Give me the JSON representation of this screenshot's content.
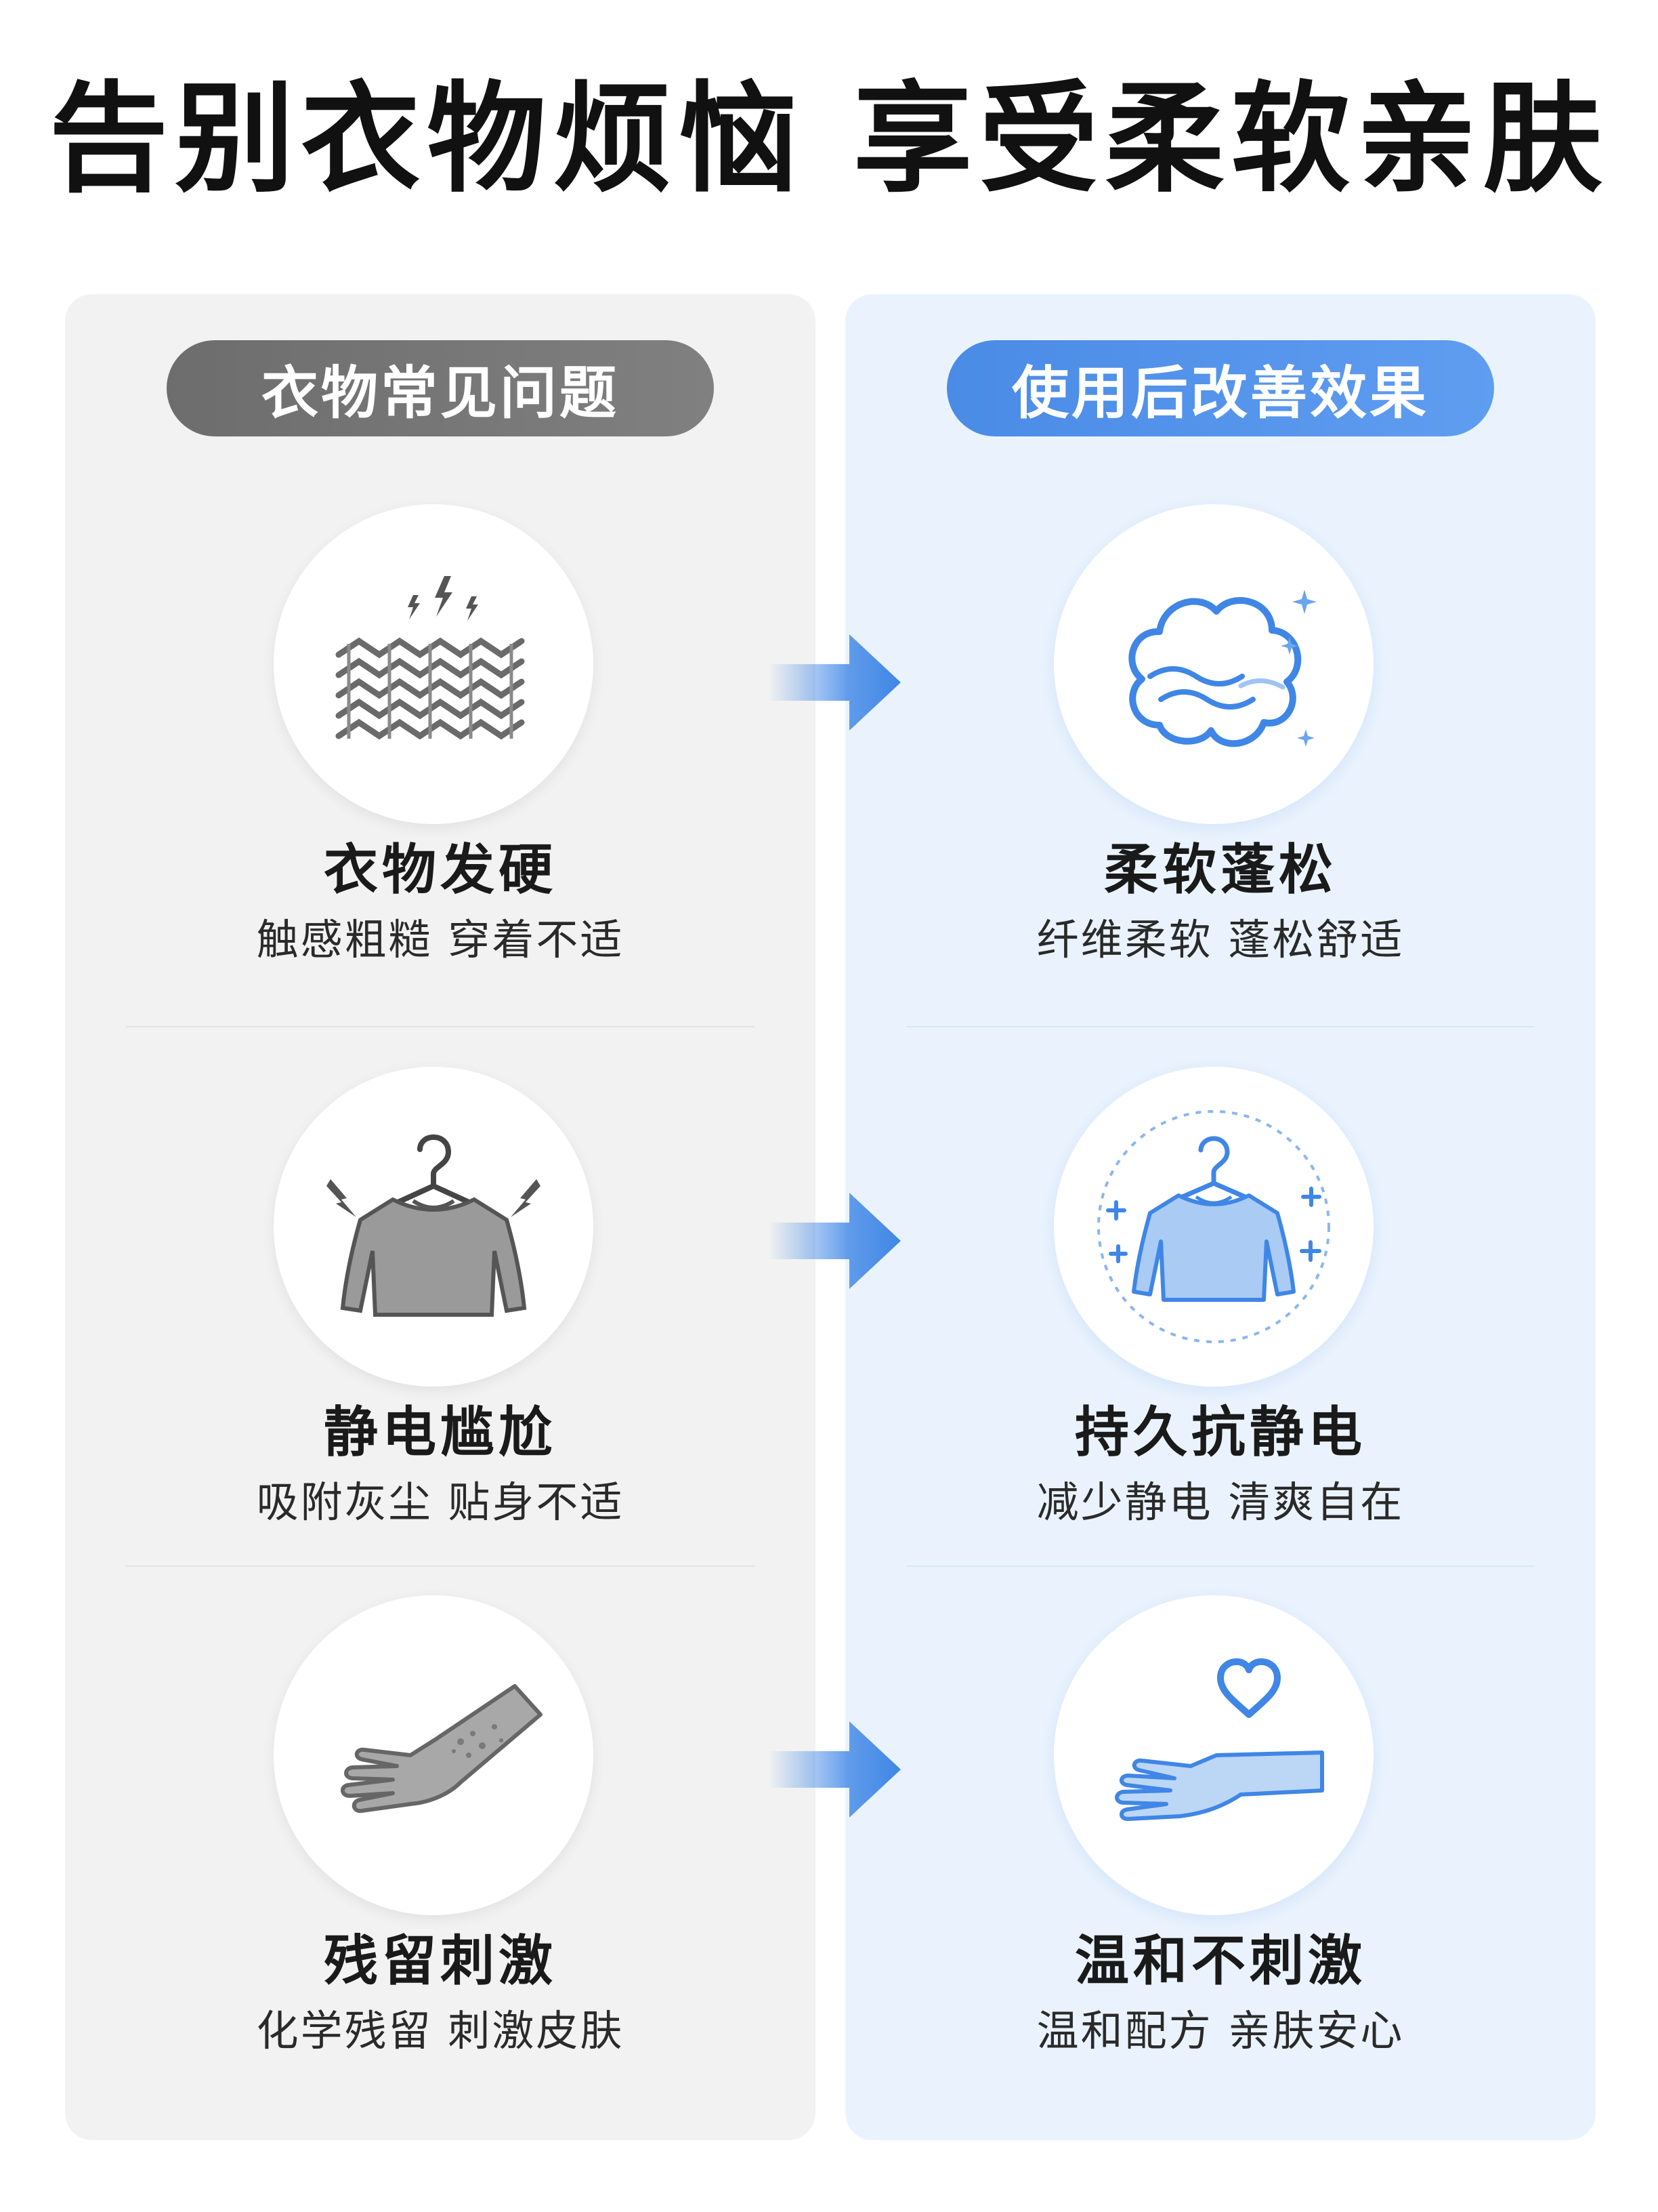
{
  "headline": "告别衣物烦恼  享受柔软亲肤",
  "left_panel": {
    "label": "衣物常见问题",
    "items": [
      {
        "title": "衣物发硬",
        "subtitle": "触感粗糙 穿着不适",
        "icon": "rough-fabric-icon"
      },
      {
        "title": "静电尴尬",
        "subtitle": "吸附灰尘 贴身不适",
        "icon": "static-sweater-icon"
      },
      {
        "title": "残留刺激",
        "subtitle": "化学残留 刺激皮肤",
        "icon": "irritated-arm-icon"
      }
    ]
  },
  "right_panel": {
    "label": "使用后改善效果",
    "items": [
      {
        "title": "柔软蓬松",
        "subtitle": "纤维柔软 蓬松舒适",
        "icon": "fluffy-cloud-icon"
      },
      {
        "title": "持久抗静电",
        "subtitle": "减少静电 清爽自在",
        "icon": "anti-static-sweater-icon"
      },
      {
        "title": "温和不刺激",
        "subtitle": "温和配方 亲肤安心",
        "icon": "gentle-hand-heart-icon"
      }
    ]
  },
  "colors": {
    "left_panel_bg": "#f2f2f2",
    "right_panel_bg": "#eaf3fd",
    "left_pill": "#777777",
    "right_pill": "#4a8be6",
    "arrow": "#3f86e6"
  }
}
